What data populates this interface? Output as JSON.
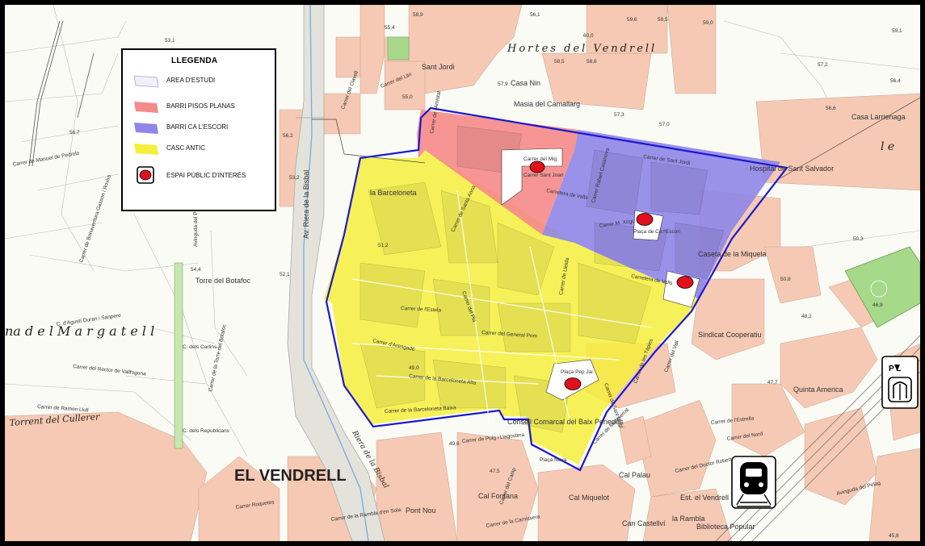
{
  "legend": {
    "title": "LLEGENDA",
    "items": [
      {
        "label": "AREA D'ESTUDI",
        "color": "#eef0ff"
      },
      {
        "label": "BARRI PISOS PLANAS",
        "color": "#f58a8a"
      },
      {
        "label": "BARRI CA L'ESCORI",
        "color": "#8f85e8"
      },
      {
        "label": "CASC ANTIC",
        "color": "#f5ee3c"
      },
      {
        "label": "ESPAI PÚBLIC D'INTERÈS",
        "color": "#e0101c"
      }
    ]
  },
  "colors": {
    "boundary": "#1a1ad0",
    "urban": "#f5c9b3",
    "railway": "#888888"
  },
  "places": {
    "hortes": "Hortes del Vendrell",
    "sant_jordi": "Sant Jordi",
    "casa_nin": "Casa Nin",
    "masia": "Masia del Camallarg",
    "barceloneta": "la Barceloneta",
    "torre_botafoc": "Torre del Botafoc",
    "margatell": "na   d e l   M a r g a t e l l",
    "el_vendrell": "EL VENDRELL",
    "torrent": "Torrent del Cullerer",
    "riera": "Riera de la Bisbal",
    "av_riera": "Av. Riera de la Bisbal",
    "hospital": "Hospital de Sant Salvador",
    "caseta": "Caseta de la Miquela",
    "sindicat": "Sindicat Cooperatiu",
    "quinta": "Quinta America",
    "casa_larrienaga": "Casa Larrienaga",
    "consell": "Consell Comarcal del Baix Penedès",
    "cal_palau": "Cal Palau",
    "cal_fontana": "Cal Fontana",
    "cal_miquelot": "Cal Miquelot",
    "can_castellvi": "Can Castellví",
    "est_vendrell": "Est. el Vendrell",
    "biblioteca": "Biblioteca Popular",
    "placa_pep_jai": "Plaça Pep Jai",
    "placa_escori": "Plaça de Ca l'Escori",
    "pont_nou": "Pont Nou",
    "rambla": "la Rambla",
    "right_le": "l  e",
    "placa_nova": "Plaça Nova"
  },
  "streets": {
    "c1": "Carrer del Mig",
    "c2": "Carrer Sant Joan",
    "c3": "Carrer M. Xirgu",
    "c4": "Carretera de Valls",
    "c5": "Carrer del General Prim",
    "c6": "Carrer d'Arengadé",
    "c7": "Carrer de la Barceloneta Alta",
    "c8": "Carrer de la Barceloneta Baixa",
    "c9": "Carrer de l'Estela",
    "c10": "Carrer de Puig i Llagostera",
    "c11": "Carrer de Montserrat",
    "c12": "Carrer del Doctor Robert",
    "c13": "Carrer de Bonaventura Gasson i Rovira",
    "c14": "C. d'Agustí Duran i Sanpere",
    "c15": "Carrer del Rector de Vallfogona",
    "c16": "C. dels Carlins",
    "c17": "C. dels Republicans",
    "c18": "Carrer de Ramon Llull",
    "c19": "Carrer de Manuel de Pedrolo",
    "c20": "Carrer Roquetes",
    "c21": "Avinguda del Penedès",
    "c22": "Carrer del Nord",
    "c23": "Carrer de l'Estrella",
    "c24": "Carrer del Lliri",
    "c25": "Carrer del Clavell",
    "c26": "Carrer de Sant Jordi",
    "c27": "Carrer de la Torre del Botafoc",
    "c28": "Avinguda del Pelag",
    "c29": "Carretera de Valls",
    "c30": "Carrer de la Carnissera",
    "c31": "Carrer de Sant Magí",
    "c32": "Carrer Rafael Casanova",
    "c33": "Carrer de l'Amistat",
    "c34": "Carrer de Lleida",
    "c35": "Carrer del Camp",
    "c36": "Carrer de les Tàpies",
    "c37": "Carrer de la Rambla d'en Sola",
    "c38": "Carrer del Pla",
    "c39": "Carrer de Santa Anna",
    "c40": "Carrer del Vall"
  },
  "elevations": [
    "58,9",
    "59,6",
    "56,1",
    "60,0",
    "59,5",
    "59,0",
    "58,5",
    "58,6",
    "57,2",
    "56,4",
    "53,1",
    "57,9",
    "57,3",
    "57,0",
    "56,6",
    "59,1",
    "55,4",
    "55,0",
    "56,7",
    "56,2",
    "53,2",
    "54,4",
    "52,1",
    "50,8",
    "46,9",
    "48,2",
    "51,2",
    "50,3",
    "49,0",
    "47,5",
    "47,7",
    "49,6",
    "45,8"
  ],
  "icons": {
    "pl_label": "P L",
    "train_icon": "train-station-icon"
  }
}
